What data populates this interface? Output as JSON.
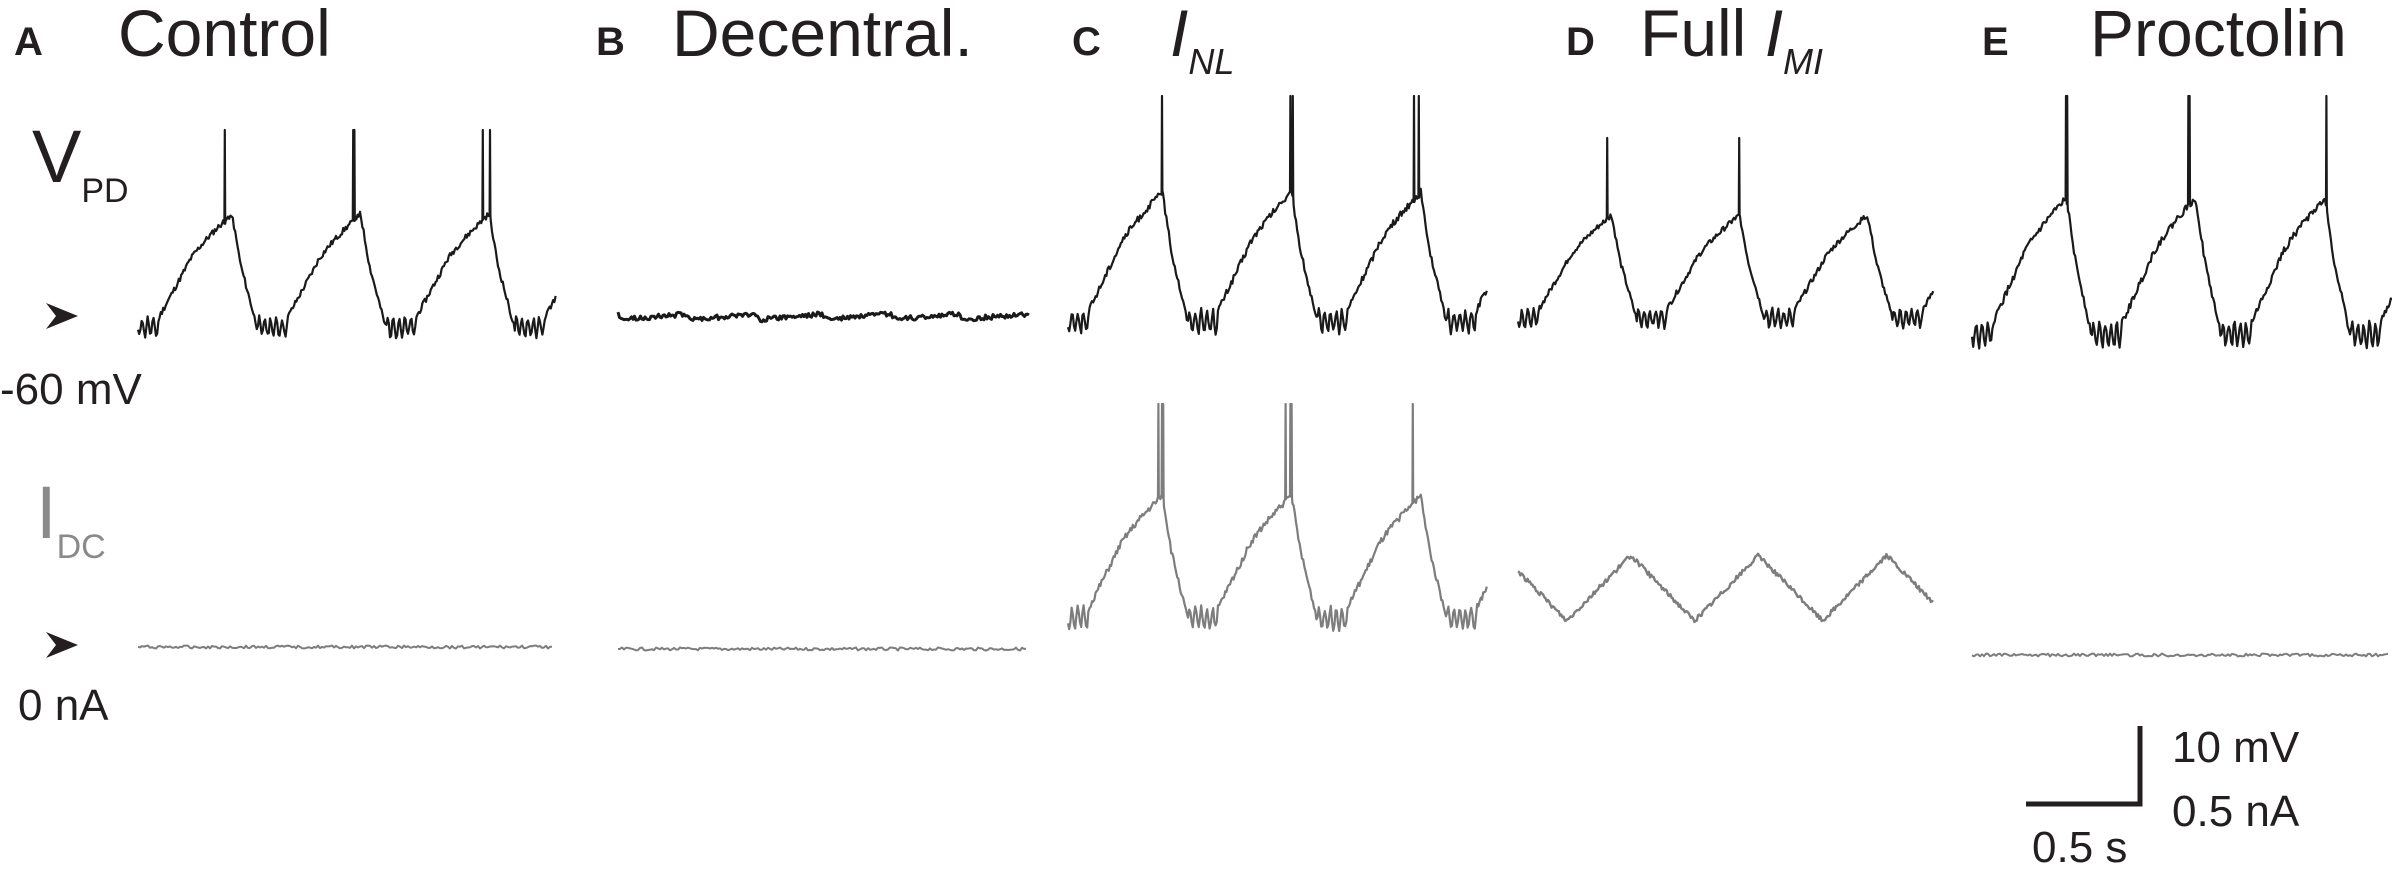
{
  "colors": {
    "voltage_trace": "#1a1a1a",
    "current_trace": "#7d7d7d",
    "text": "#231f20"
  },
  "panels": [
    {
      "letter": "A",
      "title": "Control",
      "title_sub": "",
      "title_italic": false,
      "trace_pattern": "bursting",
      "current_pattern": "flat"
    },
    {
      "letter": "B",
      "title": "Decentral.",
      "title_sub": "",
      "title_italic": false,
      "trace_pattern": "quiescent",
      "current_pattern": "flat"
    },
    {
      "letter": "C",
      "title": "I",
      "title_sub": "NL",
      "title_italic": true,
      "trace_pattern": "bursting",
      "current_pattern": "bursting"
    },
    {
      "letter": "D",
      "title": "Full ",
      "title_i": "I",
      "title_sub": "MI",
      "title_italic": false,
      "trace_pattern": "bursting",
      "current_pattern": "triangle"
    },
    {
      "letter": "E",
      "title": "Proctolin",
      "title_sub": "",
      "title_italic": false,
      "trace_pattern": "bursting",
      "current_pattern": "flat"
    }
  ],
  "labels": {
    "voltage_main": "V",
    "voltage_sub": "PD",
    "voltage_ref": "-60 mV",
    "current_main": "I",
    "current_sub": "DC",
    "current_ref": "0 nA"
  },
  "scalebar": {
    "voltage": "10 mV",
    "current": "0.5 nA",
    "time": "0.5 s"
  }
}
